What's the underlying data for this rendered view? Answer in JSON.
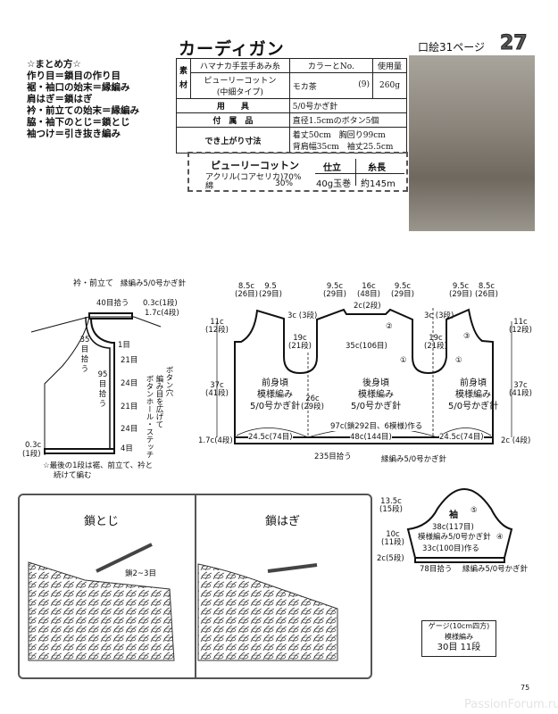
{
  "summary": {
    "heading": "☆まとめ方☆",
    "items": [
      "作り目＝鎖目の作り目",
      "裾・袖口の始末＝縁編み",
      "肩はぎ＝鎖はぎ",
      "衿・前立ての始末＝縁編み",
      "脇・袖下のとじ＝鎖とじ",
      "袖つけ＝引き抜き編み"
    ]
  },
  "title": "カーディガン",
  "page_ref": "口絵31ページ",
  "pattern_no": "27",
  "materials": {
    "side_label": "素材",
    "header": [
      "ハマナカ手芸手あみ糸",
      "カラーとNo.",
      "使用量"
    ],
    "yarn_name": "ピューリーコットン",
    "yarn_type": "(中細タイプ)",
    "color": "モカ茶",
    "color_no": "(9)",
    "amount": "260g",
    "tools_label": "用　　具",
    "tools": "5/0号かぎ針",
    "notions_label": "付　属　品",
    "notions": "直径1.5cmのボタン5個",
    "size_label": "でき上がり寸法",
    "size_line1": "着丈50cm　胸回り99cm",
    "size_line2": "背肩幅35cm　袖丈25.5cm"
  },
  "yarn_info": {
    "name": "ピューリーコットン",
    "fiber1": "アクリル(コアセリカ)70%",
    "fiber2": "綿",
    "fiber2_pct": "30%",
    "h1": "仕立",
    "h2": "糸長",
    "v1": "40g玉巻",
    "v2": "約145m"
  },
  "collar": {
    "title": "衿・前立て",
    "edge": "縁編み5/0号かぎ針",
    "pick1": "40目拾う",
    "h1": "0.3c(1段)",
    "h2": "1.7c(4段)",
    "pick2a": "35",
    "pick2b": "目",
    "pick2c": "拾う",
    "pick3a": "95",
    "pick3b": "目",
    "pick3c": "拾う",
    "marks": [
      "1目",
      "21目",
      "24目",
      "21目",
      "24目",
      "4目"
    ],
    "btn1": "ボタン穴",
    "btn2": "編み目を広げて",
    "btn3": "ボタンホール・ステッチ",
    "bottom_a": "0.3c",
    "bottom_b": "(1段)",
    "note1": "☆最後の1段は裾、前立て、衿と",
    "note2": "続けて編む"
  },
  "body": {
    "top": [
      [
        "8.5c",
        "(26目)"
      ],
      [
        "9.5",
        "(29目)"
      ],
      [
        "9.5c",
        "(29目)"
      ],
      [
        "16c",
        "(48目)"
      ],
      [
        "9.5c",
        "(29目)"
      ],
      [
        "9.5c",
        "(29目)"
      ],
      [
        "8.5c",
        "(26目)"
      ]
    ],
    "neck_drop": "2c(2段)",
    "arm_top": "3c",
    "arm_top_rows": "(3段)",
    "arm": "19c",
    "arm_rows": "(21段)",
    "shoulder_w": "35c(106目)",
    "side_top": "11c",
    "side_top_rows": "(12段)",
    "side": "37c",
    "side_rows": "(41段)",
    "band": "1.7c",
    "band_rows": "(4段)",
    "band_r": "2c",
    "band_r_rows": "(4段)",
    "front": "前身頃",
    "back": "後身頃",
    "pattern": "模様編み",
    "hook": "5/0号かぎ針",
    "mid": "26c",
    "mid_rows": "(29段)",
    "cast": "97c(鎖292目、6模様)作る",
    "w_front": "24.5c(74目)",
    "w_back": "48c(144目)",
    "pickup": "235目拾う",
    "edge": "縁編み5/0号かぎ針",
    "circles": [
      "①",
      "②",
      "③"
    ]
  },
  "sleeve": {
    "label": "袖",
    "num": "⑤",
    "num4": "④",
    "h1": "13.5c",
    "h1r": "(15段)",
    "h2": "10c",
    "h2r": "(11段)",
    "h3": "2c",
    "h3r": "(5段)",
    "w1": "38c(117目)",
    "pattern": "模様編み5/0号かぎ針",
    "w2": "33c(100目)作る",
    "pickup": "78目拾う",
    "edge": "縁編み5/0号かぎ針"
  },
  "illustrations": {
    "left_title": "鎖とじ",
    "left_note": "鎖2~3目",
    "right_title": "鎖はぎ"
  },
  "gauge": {
    "title": "ゲージ(10cm四方)",
    "pattern": "模様編み",
    "value": "30目 11段"
  },
  "page_number": "75",
  "watermark": "PassionForum.ru"
}
